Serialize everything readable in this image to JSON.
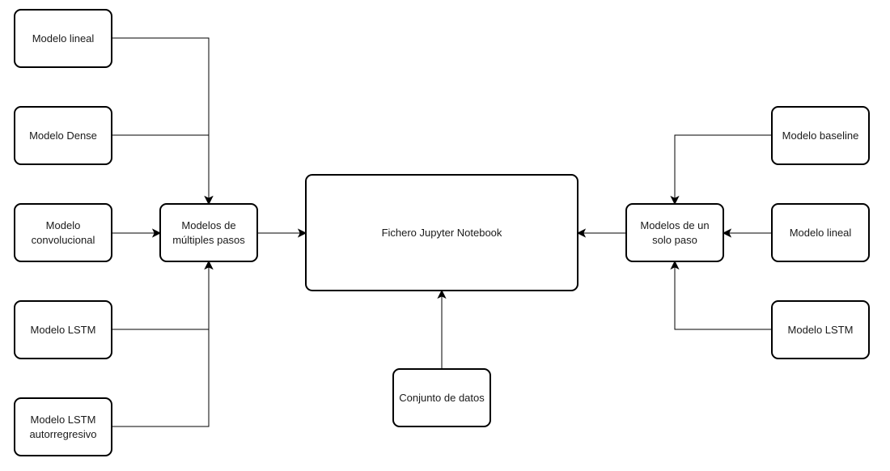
{
  "diagram": {
    "nodes": {
      "modelo_lineal_left": {
        "lines": [
          "Modelo lineal"
        ]
      },
      "modelo_dense": {
        "lines": [
          "Modelo Dense"
        ]
      },
      "modelo_convolucional": {
        "lines": [
          "Modelo",
          "convolucional"
        ]
      },
      "modelo_lstm_left": {
        "lines": [
          "Modelo LSTM"
        ]
      },
      "modelo_lstm_autorregresivo": {
        "lines": [
          "Modelo LSTM",
          "autorregresivo"
        ]
      },
      "modelos_multiples_pasos": {
        "lines": [
          "Modelos de",
          "múltiples pasos"
        ]
      },
      "fichero_jupyter": {
        "lines": [
          "Fichero Jupyter Notebook"
        ]
      },
      "conjunto_datos": {
        "lines": [
          "Conjunto de datos"
        ]
      },
      "modelos_un_solo_paso": {
        "lines": [
          "Modelos de un",
          "solo paso"
        ]
      },
      "modelo_baseline": {
        "lines": [
          "Modelo baseline"
        ]
      },
      "modelo_lineal_right": {
        "lines": [
          "Modelo lineal"
        ]
      },
      "modelo_lstm_right": {
        "lines": [
          "Modelo LSTM"
        ]
      }
    },
    "edges": [
      {
        "from": "modelo_lineal_left",
        "to": "modelos_multiples_pasos"
      },
      {
        "from": "modelo_dense",
        "to": "modelos_multiples_pasos"
      },
      {
        "from": "modelo_convolucional",
        "to": "modelos_multiples_pasos"
      },
      {
        "from": "modelo_lstm_left",
        "to": "modelos_multiples_pasos"
      },
      {
        "from": "modelo_lstm_autorregresivo",
        "to": "modelos_multiples_pasos"
      },
      {
        "from": "modelos_multiples_pasos",
        "to": "fichero_jupyter"
      },
      {
        "from": "conjunto_datos",
        "to": "fichero_jupyter"
      },
      {
        "from": "modelos_un_solo_paso",
        "to": "fichero_jupyter"
      },
      {
        "from": "modelo_baseline",
        "to": "modelos_un_solo_paso"
      },
      {
        "from": "modelo_lineal_right",
        "to": "modelos_un_solo_paso"
      },
      {
        "from": "modelo_lstm_right",
        "to": "modelos_un_solo_paso"
      }
    ]
  }
}
